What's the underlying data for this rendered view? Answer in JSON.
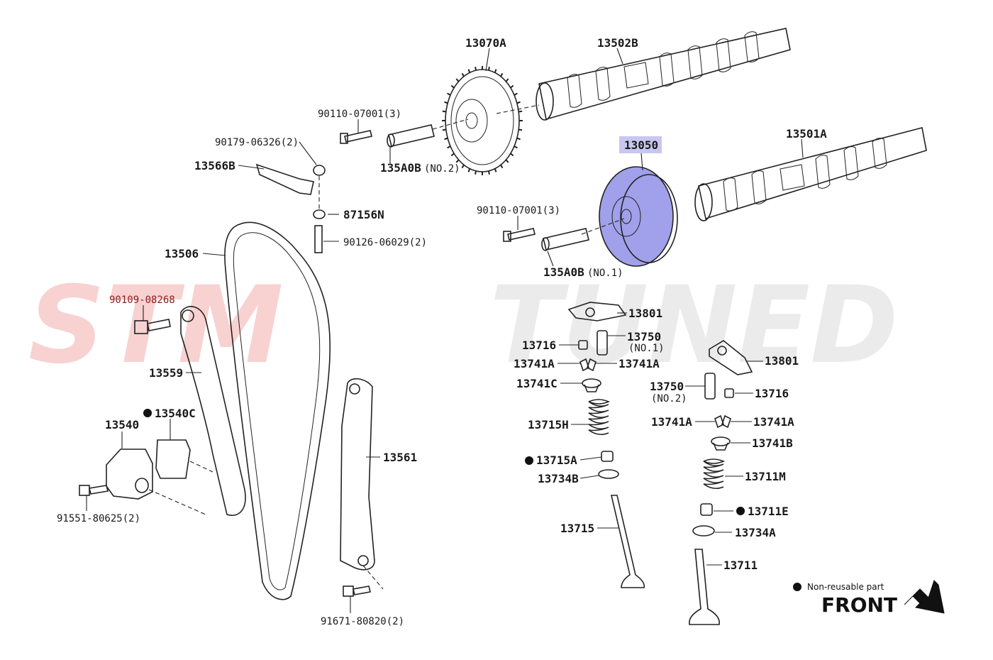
{
  "watermark": {
    "left": "STM",
    "right": "TUNED",
    "left_color": "#e24848",
    "right_color": "#bdbdbd"
  },
  "highlight_color": "#8f8fe8",
  "labels": {
    "l13070A": "13070A",
    "l13502B": "13502B",
    "l13501A": "13501A",
    "l13050": "13050",
    "l90110_top": "90110-07001(3)",
    "l90179": "90179-06326(2)",
    "l13566B": "13566B",
    "l135A0B_2": "135A0B",
    "l135A0B_2_suffix": "(NO.2)",
    "l87156N": "87156N",
    "l90126": "90126-06029(2)",
    "l90110_mid": "90110-07001(3)",
    "l135A0B_1": "135A0B",
    "l135A0B_1_suffix": "(NO.1)",
    "l13506": "13506",
    "l90109": "90109-08268",
    "l13559": "13559",
    "l13540C": "13540C",
    "l13540": "13540",
    "l91551": "91551-80625(2)",
    "l13561": "13561",
    "l91671": "91671-80820(2)",
    "l13801_a": "13801",
    "l13750_1": "13750",
    "l13750_1_suffix": "(NO.1)",
    "l13716_a": "13716",
    "l13741A_a": "13741A",
    "l13741A_b": "13741A",
    "l13741C": "13741C",
    "l13715H": "13715H",
    "l13715A": "13715A",
    "l13734B": "13734B",
    "l13715": "13715",
    "l13801_b": "13801",
    "l13750_2": "13750",
    "l13750_2_suffix": "(NO.2)",
    "l13716_b": "13716",
    "l13741A_c": "13741A",
    "l13741A_d": "13741A",
    "l13741B": "13741B",
    "l13711M": "13711M",
    "l13711E": "13711E",
    "l13734A": "13734A",
    "l13711": "13711"
  },
  "legend": {
    "note": "Non-reusable part",
    "front": "FRONT"
  }
}
